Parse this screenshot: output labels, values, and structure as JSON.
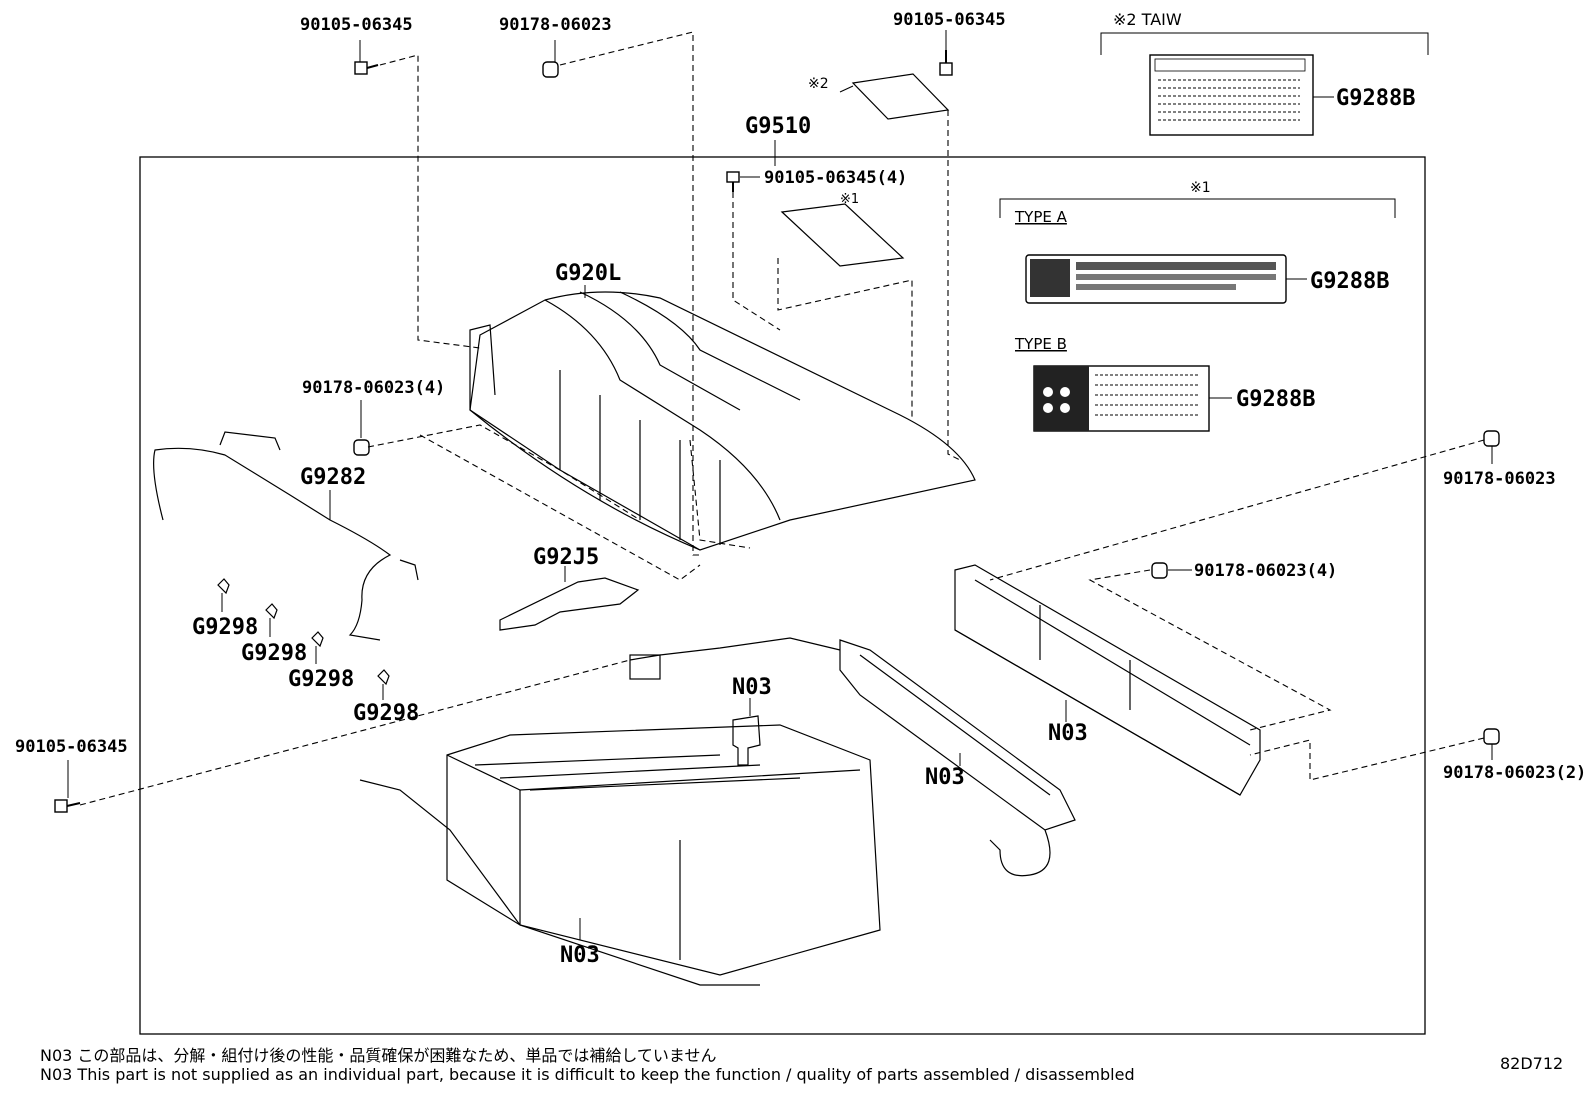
{
  "labels": {
    "b_top_left": "90105-06345",
    "n_top": "90178-06023",
    "b_top_mid": "90105-06345",
    "taiw": "※2 TAIW",
    "g9288b_1": "G9288B",
    "note2": "※2",
    "g9510": "G9510",
    "b_4": "90105-06345(4)",
    "note1": "※1",
    "note1_right": "※1",
    "type_a": "TYPE A",
    "g9288b_2": "G9288B",
    "type_b": "TYPE B",
    "g9288b_3": "G9288B",
    "g920l": "G920L",
    "n_4_left": "90178-06023(4)",
    "g9282": "G9282",
    "n_right_top": "90178-06023",
    "n_4_right": "90178-06023(4)",
    "g92j5": "G92J5",
    "g9298_1": "G9298",
    "g9298_2": "G9298",
    "g9298_3": "G9298",
    "g9298_4": "G9298",
    "n03_1": "N03",
    "n03_2": "N03",
    "n03_3": "N03",
    "n03_4": "N03",
    "b_bottom_left": "90105-06345",
    "n_2": "90178-06023(2)"
  },
  "notes": {
    "jp": "N03 この部品は、分解・組付け後の性能・品質確保が困難なため、単品では補給していません",
    "en": "N03 This part is not supplied as an individual part, because it is difficult to keep the function / quality of parts assembled / disassembled"
  },
  "diagram_code": "82D712"
}
